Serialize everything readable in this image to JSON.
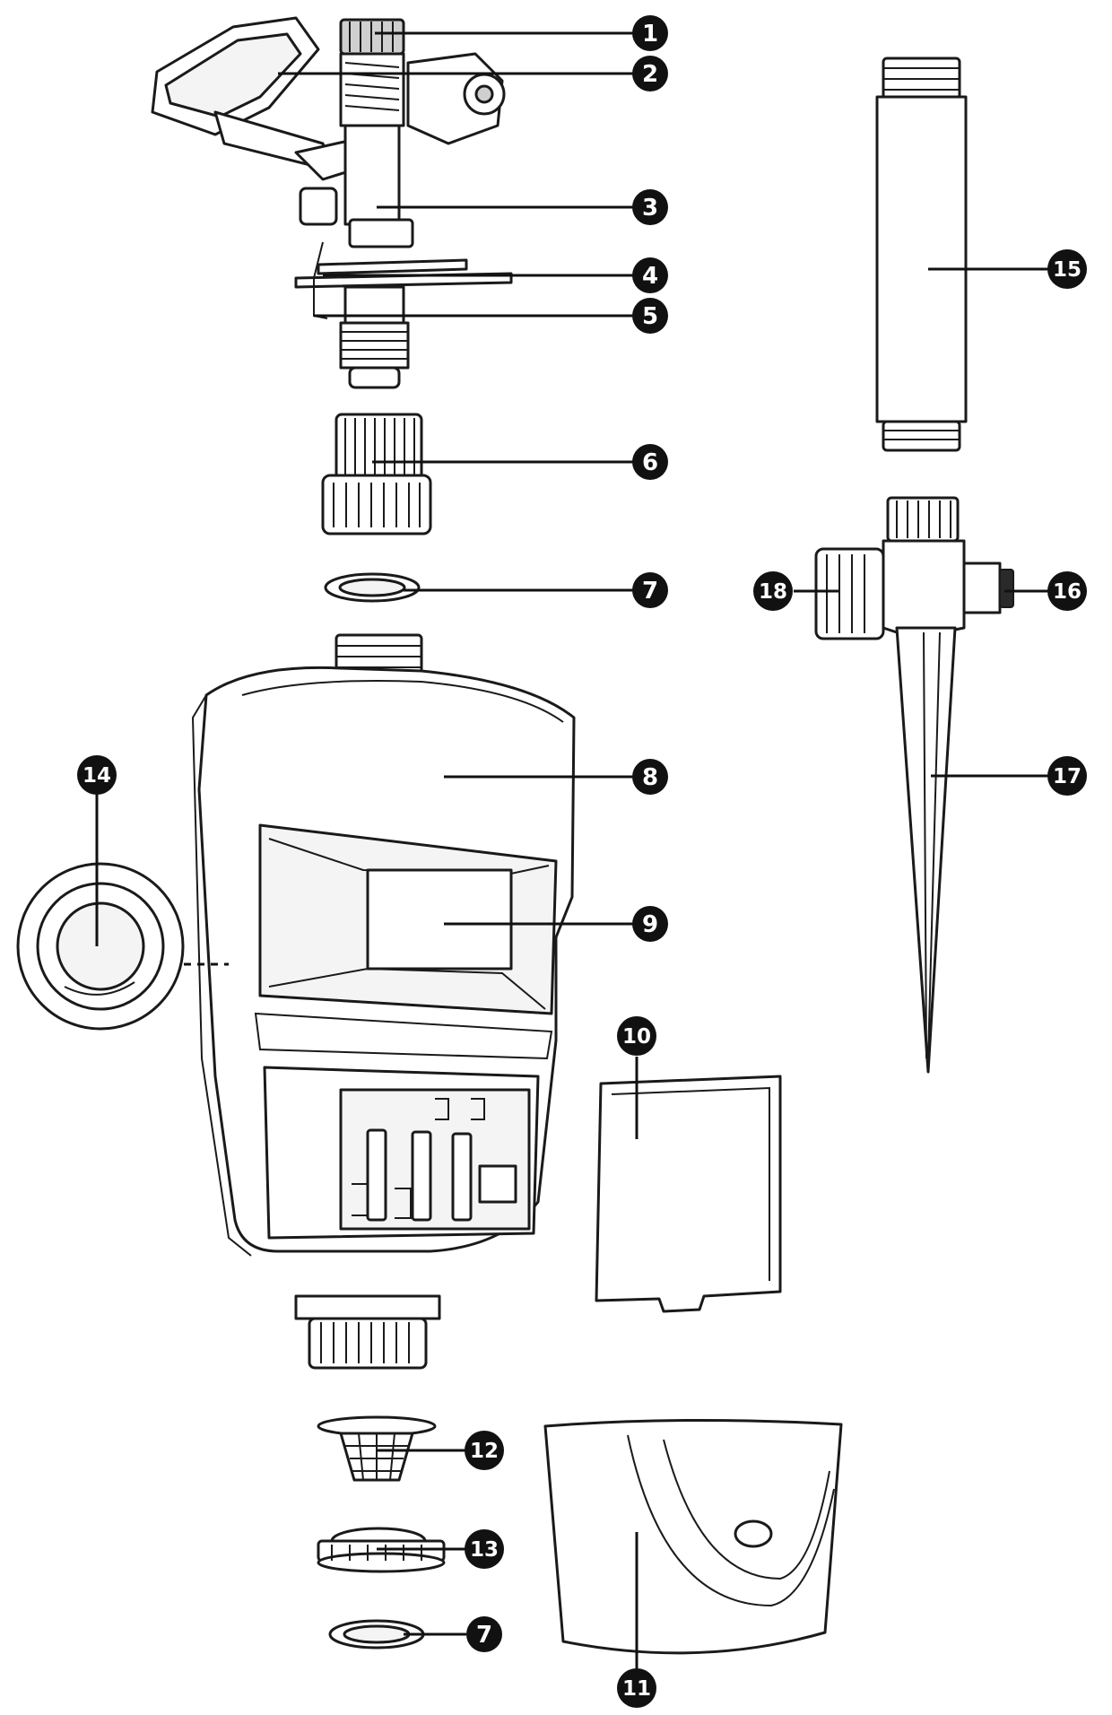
{
  "callouts": [
    {
      "id": "c1",
      "label": "1"
    },
    {
      "id": "c2",
      "label": "2"
    },
    {
      "id": "c3",
      "label": "3"
    },
    {
      "id": "c4",
      "label": "4"
    },
    {
      "id": "c5",
      "label": "5"
    },
    {
      "id": "c6",
      "label": "6"
    },
    {
      "id": "c7a",
      "label": "7"
    },
    {
      "id": "c8",
      "label": "8"
    },
    {
      "id": "c9",
      "label": "9"
    },
    {
      "id": "c10",
      "label": "10"
    },
    {
      "id": "c11",
      "label": "11"
    },
    {
      "id": "c12",
      "label": "12"
    },
    {
      "id": "c13",
      "label": "13"
    },
    {
      "id": "c14",
      "label": "14"
    },
    {
      "id": "c15",
      "label": "15"
    },
    {
      "id": "c16",
      "label": "16"
    },
    {
      "id": "c17",
      "label": "17"
    },
    {
      "id": "c18",
      "label": "18"
    },
    {
      "id": "c7b",
      "label": "7"
    }
  ],
  "colors": {
    "line": "#1a1a1a",
    "callout": "#111111",
    "background": "#ffffff"
  }
}
